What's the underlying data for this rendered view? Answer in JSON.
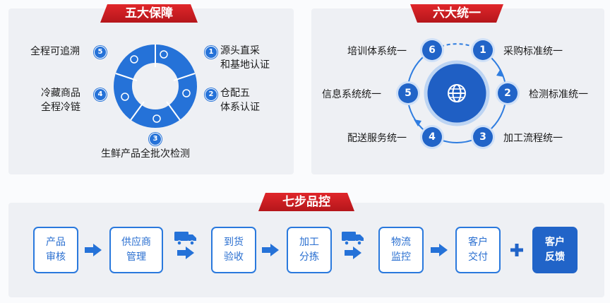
{
  "five": {
    "title": "五大保障",
    "items": [
      {
        "num": "1",
        "label": "源头直采\n和基地认证"
      },
      {
        "num": "2",
        "label": "仓配五\n体系认证"
      },
      {
        "num": "3",
        "label": "生鲜产品全批次检测"
      },
      {
        "num": "4",
        "label": "冷藏商品\n全程冷链"
      },
      {
        "num": "5",
        "label": "全程可追溯"
      }
    ]
  },
  "six": {
    "title": "六大统一",
    "center_icon": "globe-icon",
    "items": [
      {
        "num": "1",
        "label": "采购标准统一"
      },
      {
        "num": "2",
        "label": "检测标准统一"
      },
      {
        "num": "3",
        "label": "加工流程统一"
      },
      {
        "num": "4",
        "label": "配送服务统一"
      },
      {
        "num": "5",
        "label": "信息系统统一"
      },
      {
        "num": "6",
        "label": "培训体系统一"
      }
    ]
  },
  "seven": {
    "title": "七步品控",
    "steps": [
      {
        "label": "产品\n审核"
      },
      {
        "label": "供应商\n管理"
      },
      {
        "label": "到货\n验收"
      },
      {
        "label": "加工\n分拣"
      },
      {
        "label": "物流\n监控"
      },
      {
        "label": "客户\n交付"
      },
      {
        "label": "客户\n反馈"
      }
    ]
  },
  "colors": {
    "accent": "#2164c8",
    "banner": "#d42025",
    "panel": "#eef0f4"
  }
}
